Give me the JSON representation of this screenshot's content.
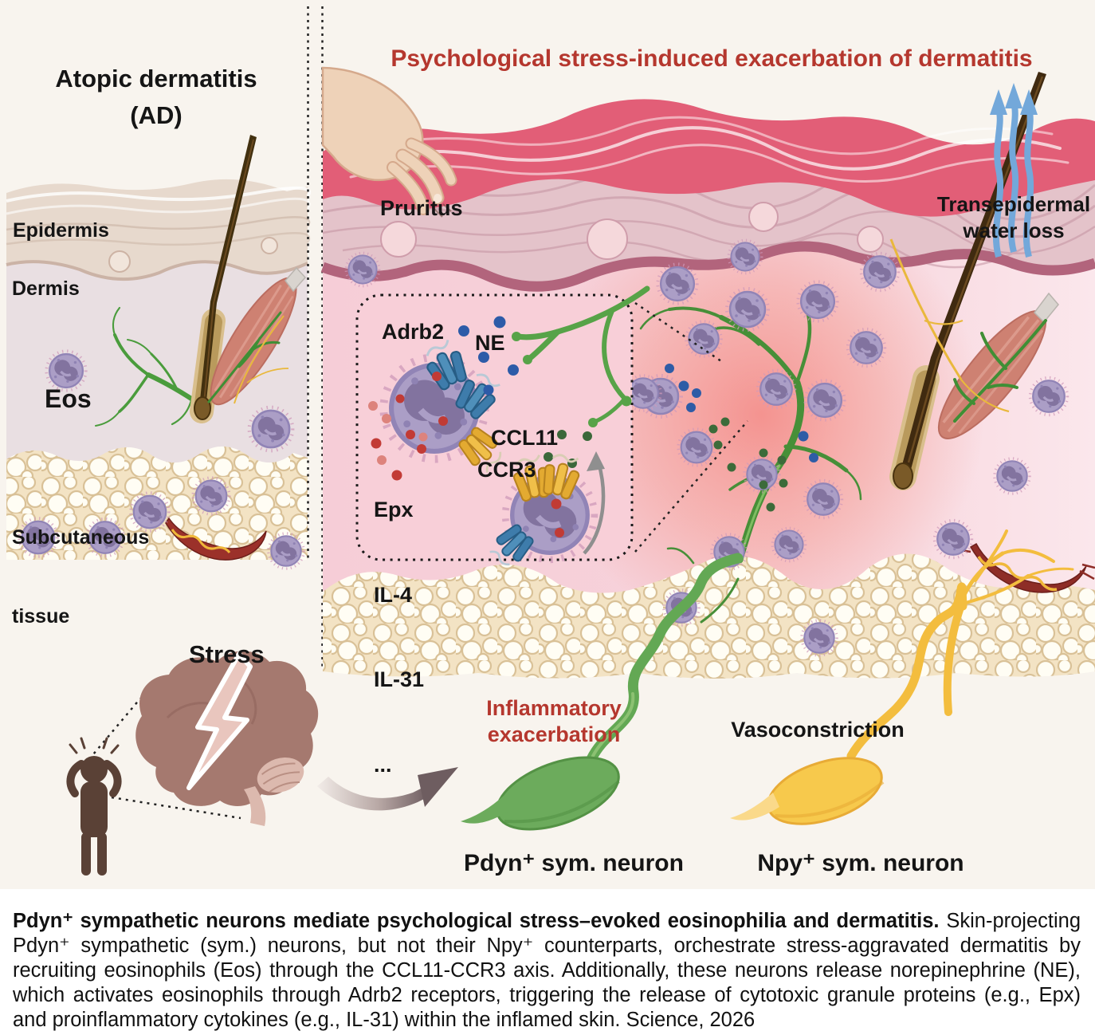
{
  "left_panel": {
    "title_line1": "Atopic dermatitis",
    "title_line2": "(AD)",
    "epidermis_label": "Epidermis",
    "dermis_label": "Dermis",
    "eos_label": "Eos",
    "subcutaneous_line1": "Subcutaneous",
    "subcutaneous_line2": "tissue"
  },
  "right_panel": {
    "title": "Psychological stress-induced exacerbation of dermatitis",
    "pruritus_label": "Pruritus",
    "tewl_line1": "Transepidermal",
    "tewl_line2": "water loss",
    "inset": {
      "adrb2_label": "Adrb2",
      "ne_label": "NE",
      "ccl11_label": "CCL11",
      "ccr3_label": "CCR3",
      "mediators": [
        "Epx",
        "IL-4",
        "IL-31",
        "..."
      ]
    }
  },
  "bottom": {
    "stress_label": "Stress",
    "inflammatory_line1": "Inflammatory",
    "inflammatory_line2": "exacerbation",
    "vasoconstriction_label": "Vasoconstriction",
    "pdyn_label": "Pdyn⁺ sym. neuron",
    "npy_label": "Npy⁺ sym. neuron"
  },
  "caption": {
    "bold": "Pdyn⁺ sympathetic neurons mediate psychological stress–evoked eosinophilia and dermatitis.",
    "rest": " Skin-projecting Pdyn⁺ sympathetic (sym.) neurons, but not their Npy⁺ counterparts, orchestrate stress-aggravated dermatitis by recruiting eosinophils (Eos) through the CCL11-CCR3 axis. Additionally, these neurons release norepinephrine (NE), which activates eosinophils through Adrb2 receptors, triggering the release of cytotoxic granule proteins (e.g., Epx) and proinflammatory cytokines (e.g., IL-31) within the inflamed skin. Science, 2026"
  },
  "colors": {
    "title_red": "#b5372e",
    "inflammatory_red": "#c0392b",
    "pdyn_neuron_green": "#6cab5c",
    "npy_neuron_yellow": "#f6c74e",
    "ne_dot_blue": "#2e5ca6",
    "ccl11_dot_green": "#3c6b3a",
    "eosinophil_purple": "#ab9ec6",
    "figure_background": "#f8f4ee"
  }
}
